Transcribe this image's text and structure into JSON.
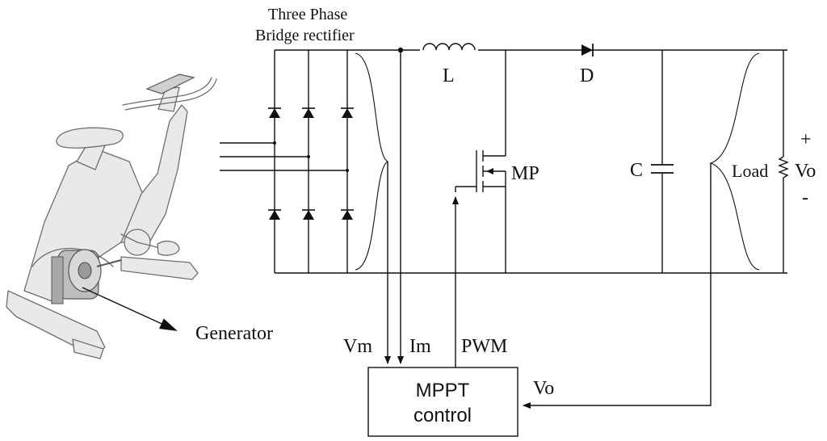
{
  "labels": {
    "rectifier_line1": "Three Phase",
    "rectifier_line2": "Bridge rectifier",
    "inductor": "L",
    "diode": "D",
    "mosfet": "MP",
    "capacitor": "C",
    "load": "Load",
    "plus": "+",
    "output_voltage": "Vo",
    "minus": "-",
    "generator": "Generator",
    "vm": "Vm",
    "im": "Im",
    "pwm": "PWM",
    "vo_feedback": "Vo",
    "controller_line1": "MPPT",
    "controller_line2": "control"
  }
}
